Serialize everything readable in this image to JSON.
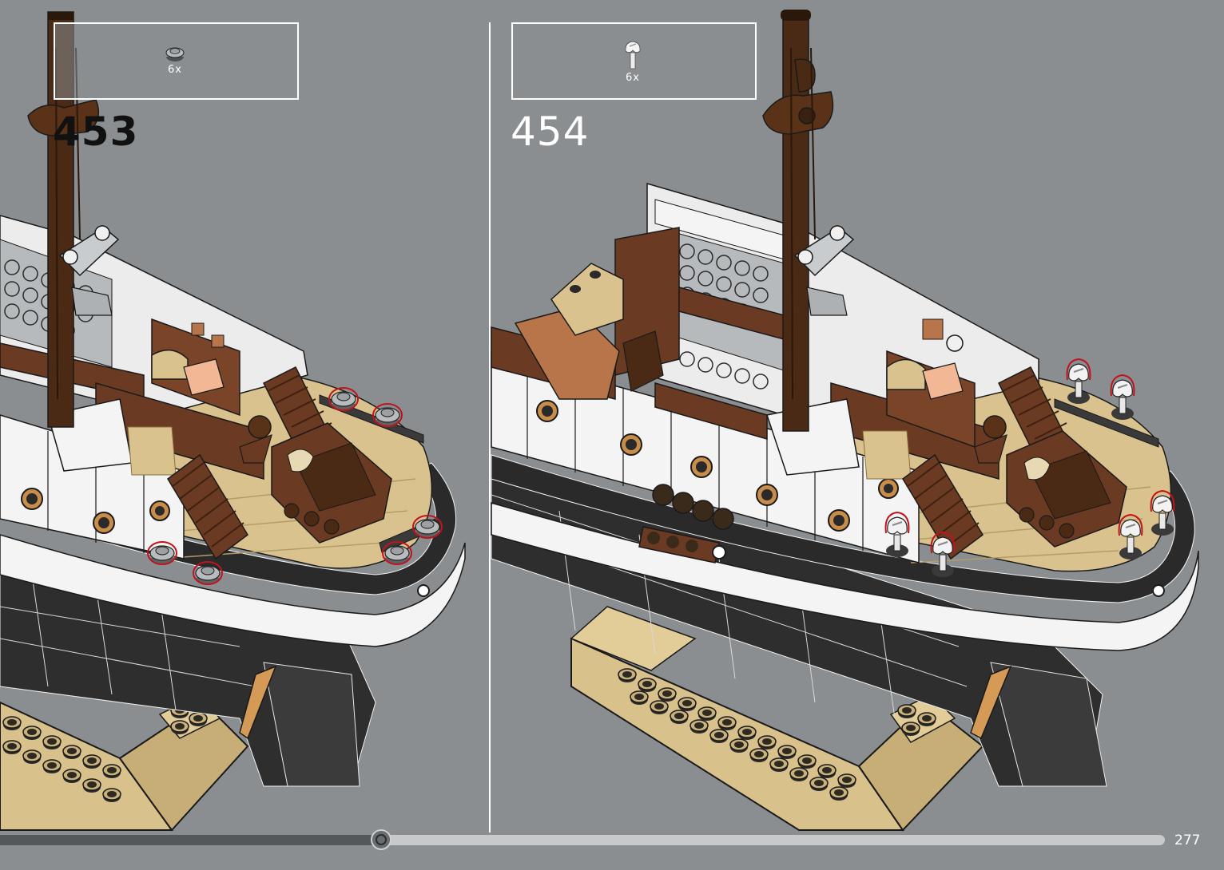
{
  "steps": [
    {
      "number": "453",
      "parts": [
        {
          "icon": "round-plate-1x1-icon",
          "quantity": "6x"
        }
      ]
    },
    {
      "number": "454",
      "parts": [
        {
          "icon": "plate-clip-bar-icon",
          "quantity": "6x"
        }
      ]
    }
  ],
  "progress": {
    "percent": 32.7
  },
  "page_number": "277",
  "colors": {
    "background": "#8a8e91",
    "hull_black": "#2d2d2d",
    "hull_white": "#f4f4f4",
    "deck_tan": "#d9c28e",
    "reddish_brown": "#6b3a22",
    "dark_brown": "#4a2a14",
    "light_gray": "#a8abad",
    "highlight_red": "#c0141c"
  }
}
